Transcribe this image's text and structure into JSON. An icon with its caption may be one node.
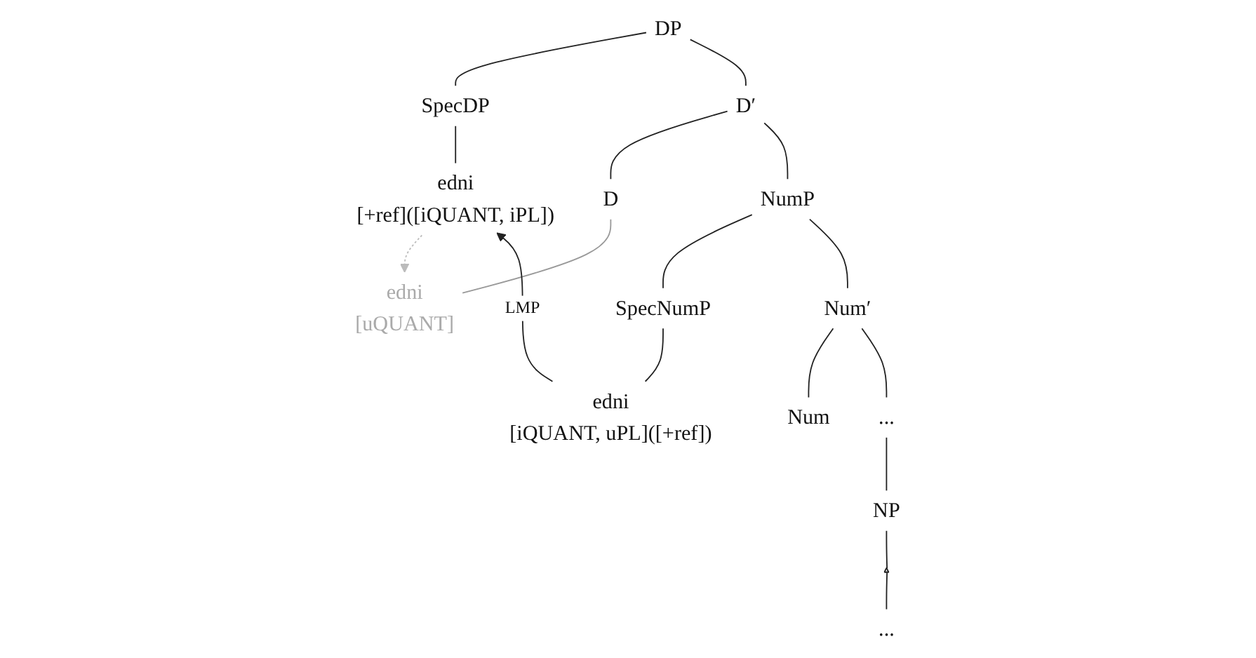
{
  "diagram": {
    "nodes": [
      {
        "text": [
          "DP"
        ]
      },
      {
        "text": [
          "SpecDP"
        ]
      },
      {
        "text": [
          "D′"
        ]
      },
      {
        "text": [
          "edni",
          "[+ref]([iQUANT, iPL])"
        ]
      },
      {
        "text": [
          "D"
        ]
      },
      {
        "text": [
          "NumP"
        ]
      },
      {
        "text": [
          "edni",
          "[uQUANT]"
        ]
      },
      {
        "text": [
          "SpecNumP"
        ]
      },
      {
        "text": [
          "Num′"
        ]
      },
      {
        "text": [
          "edni",
          "[iQUANT, uPL]([+ref])"
        ]
      },
      {
        "text": [
          "Num"
        ]
      },
      {
        "text": [
          "..."
        ]
      },
      {
        "text": [
          "NP"
        ]
      },
      {
        "text": [],
        "shape": "triangle"
      },
      {
        "text": [
          "..."
        ]
      }
    ],
    "edges": [
      {
        "from": 0,
        "to": 1,
        "arrow": "none"
      },
      {
        "from": 0,
        "to": 2,
        "arrow": "none"
      },
      {
        "from": 1,
        "to": 3,
        "arrow": "none"
      },
      {
        "from": 2,
        "to": 4,
        "arrow": "none"
      },
      {
        "from": 2,
        "to": 5,
        "arrow": "none"
      },
      {
        "from": 4,
        "to": 6,
        "arrow": "none",
        "color": "#999999"
      },
      {
        "from": 3,
        "to": 6,
        "arrow": "to",
        "style": "dashed",
        "color": "#bbbbbb"
      },
      {
        "from": 5,
        "to": 7,
        "arrow": "none"
      },
      {
        "from": 5,
        "to": 8,
        "arrow": "none"
      },
      {
        "from": 7,
        "to": 9,
        "arrow": "none"
      },
      {
        "from": 8,
        "to": 10,
        "arrow": "none"
      },
      {
        "from": 8,
        "to": 11,
        "arrow": "none"
      },
      {
        "from": 11,
        "to": 12,
        "arrow": "none"
      },
      {
        "from": 12,
        "to": 13,
        "arrow": "none"
      },
      {
        "from": 13,
        "to": 14,
        "arrow": "none"
      },
      {
        "from": 9,
        "to": 3,
        "arrow": "to",
        "label": "LMP"
      }
    ]
  }
}
